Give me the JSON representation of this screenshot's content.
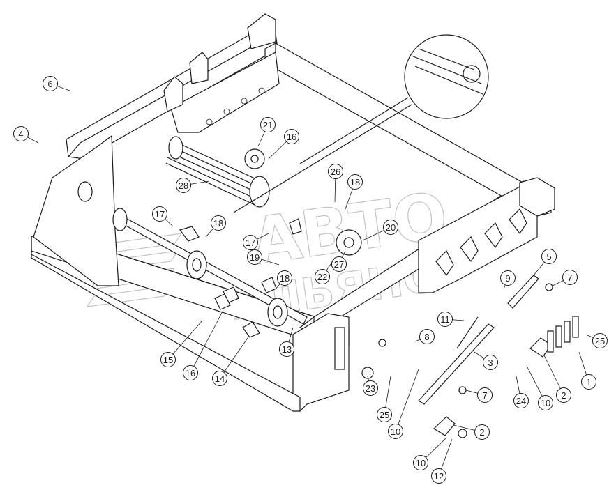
{
  "watermark": {
    "line1": "АВТО",
    "line2": "АЛЬЯНС"
  },
  "callouts": [
    {
      "label": "6"
    },
    {
      "label": "4"
    },
    {
      "label": "21"
    },
    {
      "label": "16"
    },
    {
      "label": "28"
    },
    {
      "label": "26"
    },
    {
      "label": "18"
    },
    {
      "label": "17"
    },
    {
      "label": "18"
    },
    {
      "label": "20"
    },
    {
      "label": "17"
    },
    {
      "label": "19"
    },
    {
      "label": "27"
    },
    {
      "label": "18"
    },
    {
      "label": "22"
    },
    {
      "label": "15"
    },
    {
      "label": "16"
    },
    {
      "label": "14"
    },
    {
      "label": "13"
    },
    {
      "label": "5"
    },
    {
      "label": "7"
    },
    {
      "label": "9"
    },
    {
      "label": "11"
    },
    {
      "label": "8"
    },
    {
      "label": "3"
    },
    {
      "label": "25"
    },
    {
      "label": "1"
    },
    {
      "label": "2"
    },
    {
      "label": "10"
    },
    {
      "label": "24"
    },
    {
      "label": "23"
    },
    {
      "label": "25"
    },
    {
      "label": "10"
    },
    {
      "label": "7"
    },
    {
      "label": "2"
    },
    {
      "label": "10"
    },
    {
      "label": "12"
    }
  ]
}
